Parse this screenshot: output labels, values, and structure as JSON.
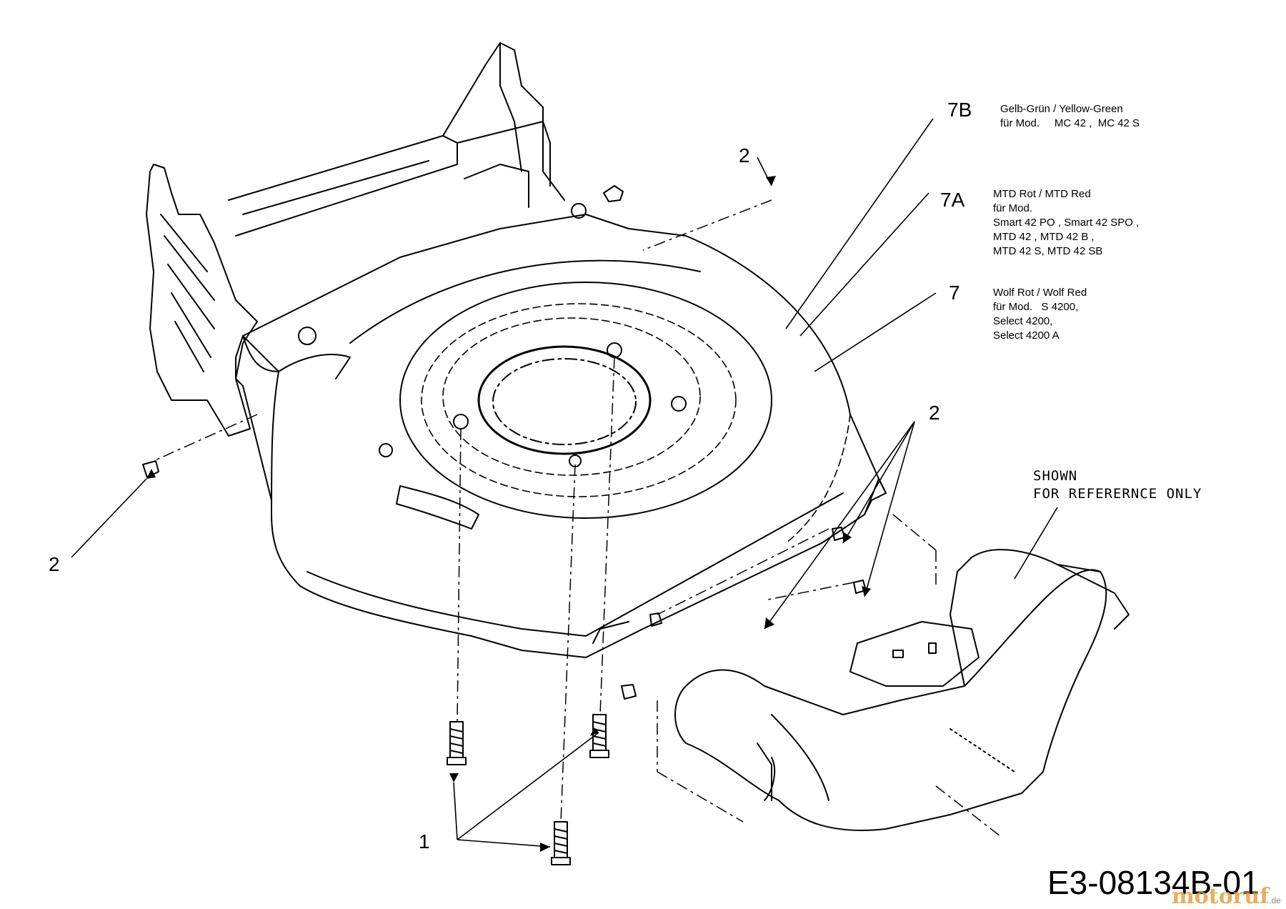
{
  "callouts": {
    "c7b": "7B",
    "c7a": "7A",
    "c7": "7",
    "c2_top": "2",
    "c2_left": "2",
    "c2_right": "2",
    "c1": "1"
  },
  "notes": {
    "n7b": [
      "Gelb-Grün / Yellow-Green",
      "für Mod.     MC 42 ,  MC 42 S"
    ],
    "n7a": [
      "MTD Rot / MTD Red",
      "für Mod.",
      "Smart 42 PO , Smart 42 SPO ,",
      "MTD 42 , MTD 42 B ,",
      "MTD 42 S, MTD 42 SB"
    ],
    "n7": [
      "Wolf Rot / Wolf Red",
      "für Mod.   S 4200,",
      "Select 4200,",
      "Select 4200 A"
    ]
  },
  "reference_note": [
    "SHOWN",
    "FOR REFERERNCE ONLY"
  ],
  "drawing_number": "E3-08134B-01",
  "watermark": {
    "text": "motoruf",
    "suffix": ".de",
    "color": "#e3a040"
  }
}
